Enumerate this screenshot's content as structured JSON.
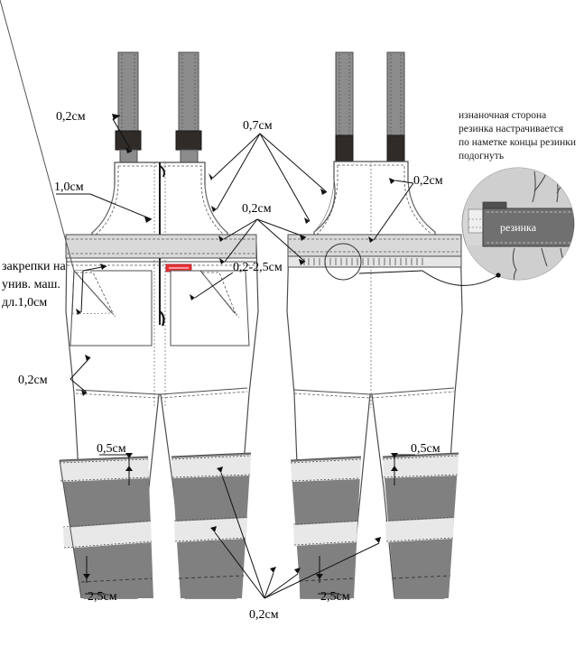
{
  "diagram": {
    "title": "Semi-overall (bib trousers) technical sewing diagram",
    "views": [
      "front",
      "back"
    ],
    "colors": {
      "fabric": "#ffffff",
      "outline": "#4d4d4d",
      "strap": "#8c8c8c",
      "buckle": "#2e2b28",
      "band": "#d9d9d9",
      "reflective_dark": "#808080",
      "reflective_light": "#e8e8e8",
      "detail_circle_bg": "#d7d7d7",
      "elastic": "#707070",
      "label_red": "#e8333a",
      "stitch": "#555555"
    }
  },
  "callouts": {
    "strap_02": "0,2см",
    "bib_10": "1,0см",
    "shoulder_07": "0,7см",
    "front_waist_02": "0,2см",
    "pocket_range": "0,2-2,5см",
    "bartack": "закрепки на\nунив. маш.\nдл.1,0см",
    "bartack_line1": "закрепки на",
    "bartack_line2": "унив. маш.",
    "bartack_line3": "дл.1,0см",
    "hip_02": "0,2см",
    "back_02": "0,2см",
    "knee_left_05": "0,5см",
    "knee_right_05": "0,5см",
    "hem_left_25": "2,5см",
    "hem_right_25": "2,5см",
    "crotch_02": "0,2см"
  },
  "detail_note": {
    "line1": "изнаночная сторона",
    "line2": "резинка настрачивается",
    "line3": "по наметке концы резинки",
    "line4": "подогнуть"
  },
  "detail_circle": {
    "label": "резинка"
  }
}
